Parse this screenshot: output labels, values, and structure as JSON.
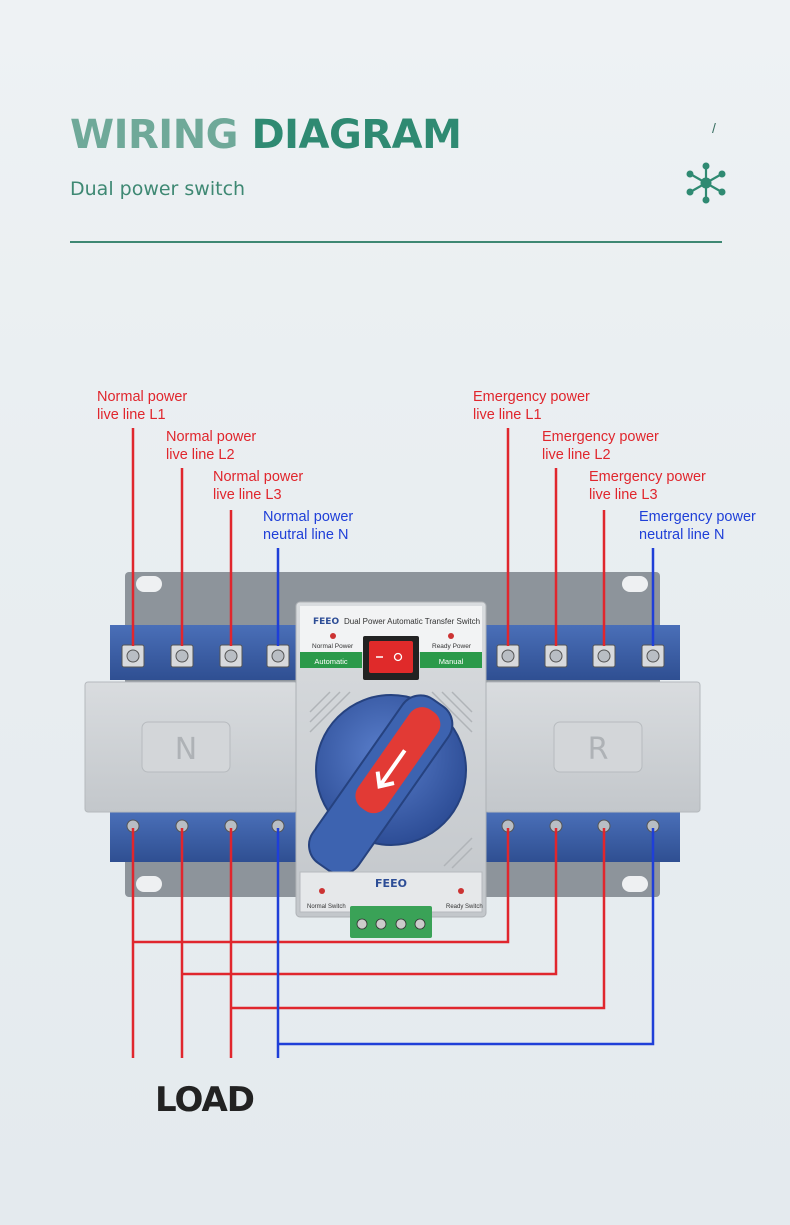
{
  "header": {
    "title_word1": "WIRING",
    "title_word2": "DIAGRAM",
    "subtitle": "Dual power switch",
    "slash": "/",
    "icon": "network-hub-icon"
  },
  "colors": {
    "accent": "#3e8873",
    "live_line": "#e0262d",
    "neutral_line": "#1f3fd8",
    "switch_blue": "#3b5fa8",
    "housing_grey": "#cfd2d6"
  },
  "labels": {
    "normal_l1": [
      "Normal power",
      "live line L1"
    ],
    "normal_l2": [
      "Normal power",
      "live line L2"
    ],
    "normal_l3": [
      "Normal power",
      "live line L3"
    ],
    "normal_n": [
      "Normal power",
      "neutral line N"
    ],
    "emergency_l1": [
      "Emergency power",
      "live line L1"
    ],
    "emergency_l2": [
      "Emergency power",
      "live line L2"
    ],
    "emergency_l3": [
      "Emergency power",
      "live line L3"
    ],
    "emergency_n": [
      "Emergency power",
      "neutral line N"
    ]
  },
  "device": {
    "brand": "FEEO",
    "panel_title": "Dual Power Automatic Transfer Switch",
    "normal_power": "Normal Power",
    "ready_power": "Ready Power",
    "automatic": "Automatic",
    "manual": "Manual",
    "left_side": "N",
    "right_side": "R",
    "normal_switch": "Normal Switch",
    "ready_switch": "Ready Switch"
  },
  "load_label": "LOAD"
}
